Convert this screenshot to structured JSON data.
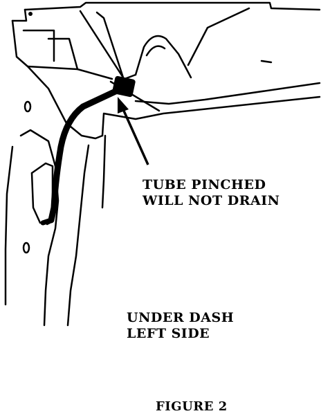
{
  "callout": {
    "line1": "TUBE PINCHED",
    "line2": "WILL NOT DRAIN"
  },
  "location": {
    "line1": "UNDER DASH",
    "line2": "LEFT SIDE"
  },
  "caption": "FIGURE 2",
  "colors": {
    "ink": "#000000",
    "paper": "#ffffff"
  }
}
